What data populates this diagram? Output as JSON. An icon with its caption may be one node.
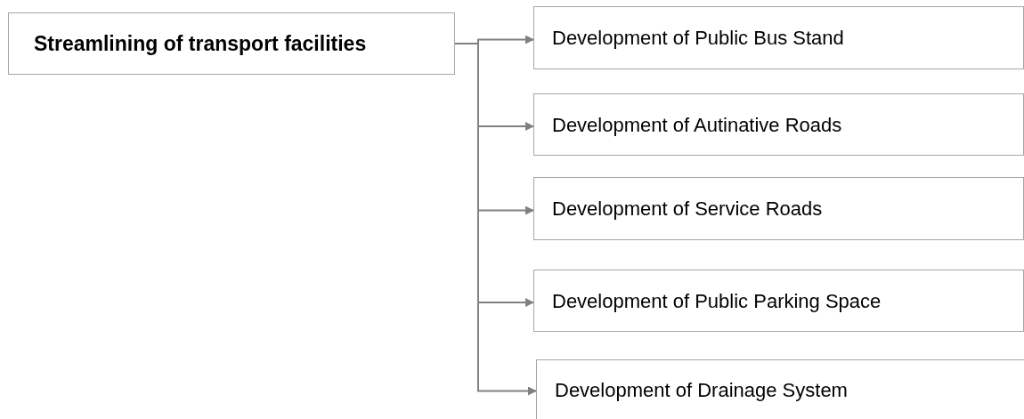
{
  "diagram": {
    "nodes": [
      {
        "text": [
          "Streamlining of transport facilities"
        ]
      },
      {
        "text": [
          "Development of Public Bus Stand"
        ]
      },
      {
        "text": [
          "Development of Autinative Roads"
        ]
      },
      {
        "text": [
          "Development of Service Roads"
        ]
      },
      {
        "text": [
          "Development of Public Parking Space"
        ]
      },
      {
        "text": [
          "Development of Drainage System"
        ]
      }
    ],
    "edges": [
      {
        "from": 0,
        "to": 1,
        "arrow": "to"
      },
      {
        "from": 0,
        "to": 2,
        "arrow": "to"
      },
      {
        "from": 0,
        "to": 3,
        "arrow": "to"
      },
      {
        "from": 0,
        "to": 4,
        "arrow": "to"
      },
      {
        "from": 0,
        "to": 5,
        "arrow": "to"
      }
    ]
  }
}
